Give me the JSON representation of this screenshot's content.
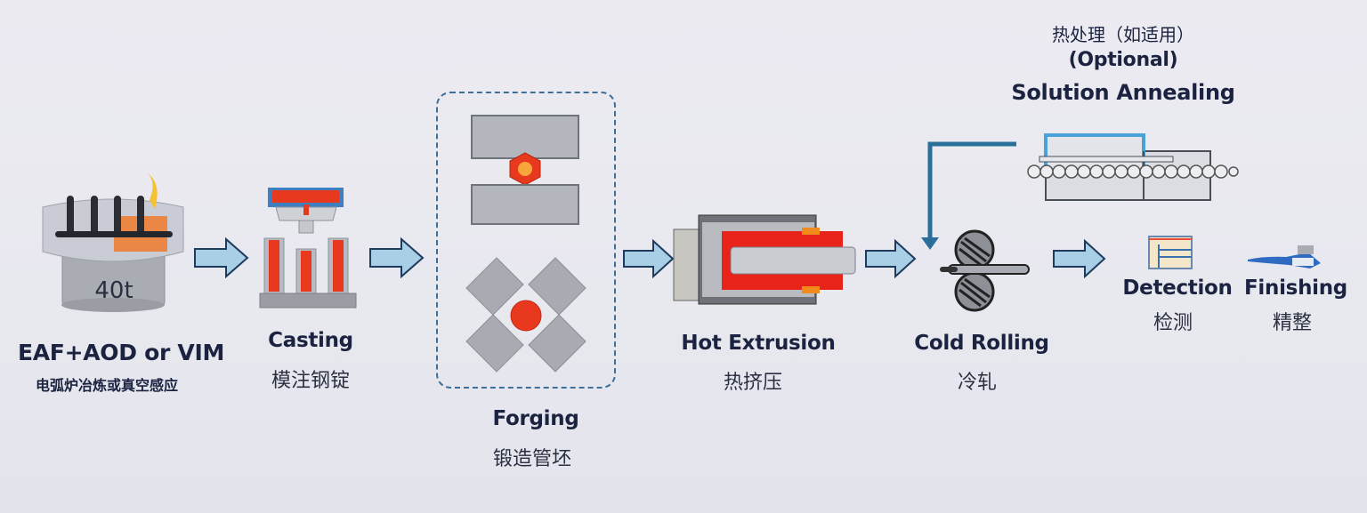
{
  "steps": [
    {
      "id": "eaf",
      "en": "EAF+AOD or VIM",
      "zh": "电弧炉冶炼或真空感应",
      "icon_text": "40t"
    },
    {
      "id": "casting",
      "en": "Casting",
      "zh": "模注钢锭"
    },
    {
      "id": "forging",
      "en": "Forging",
      "zh": "锻造管坯"
    },
    {
      "id": "hot_extrusion",
      "en": "Hot Extrusion",
      "zh": "热挤压"
    },
    {
      "id": "cold_rolling",
      "en": "Cold Rolling",
      "zh": "冷轧"
    },
    {
      "id": "detection",
      "en": "Detection",
      "zh": "检测"
    },
    {
      "id": "finishing",
      "en": "Finishing",
      "zh": "精整"
    }
  ],
  "optional_step": {
    "zh": "热处理（如适用）",
    "tag": "(Optional)",
    "en": "Solution Annealing"
  },
  "colors": {
    "text": "#1b2340",
    "arrow_fill": "#a9cfe6",
    "arrow_stroke": "#1e3a5c",
    "hot_metal": "#e8321e",
    "loop_arrow": "#2a6f9a",
    "steel": "#9fa4ad"
  }
}
